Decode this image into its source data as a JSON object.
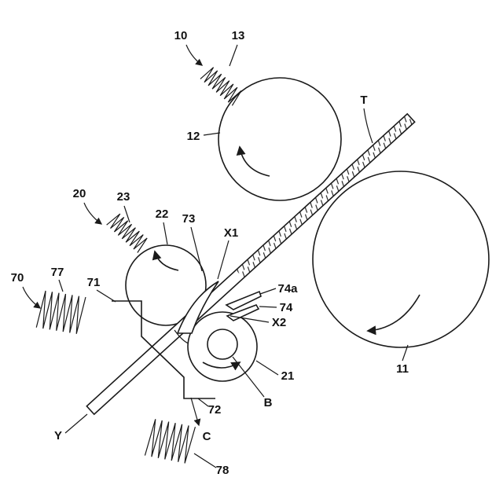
{
  "diagram": {
    "colors": {
      "line": "#1a1a1a",
      "background": "#ffffff"
    },
    "labels": {
      "n10": "10",
      "n13": "13",
      "n12": "12",
      "T": "T",
      "n20": "20",
      "n23": "23",
      "n22": "22",
      "n73": "73",
      "X1": "X1",
      "n74a": "74a",
      "n74": "74",
      "X2": "X2",
      "n70": "70",
      "n77": "77",
      "n71": "71",
      "n21": "21",
      "n11": "11",
      "n72": "72",
      "B": "B",
      "Y": "Y",
      "C": "C",
      "n78": "78"
    }
  }
}
